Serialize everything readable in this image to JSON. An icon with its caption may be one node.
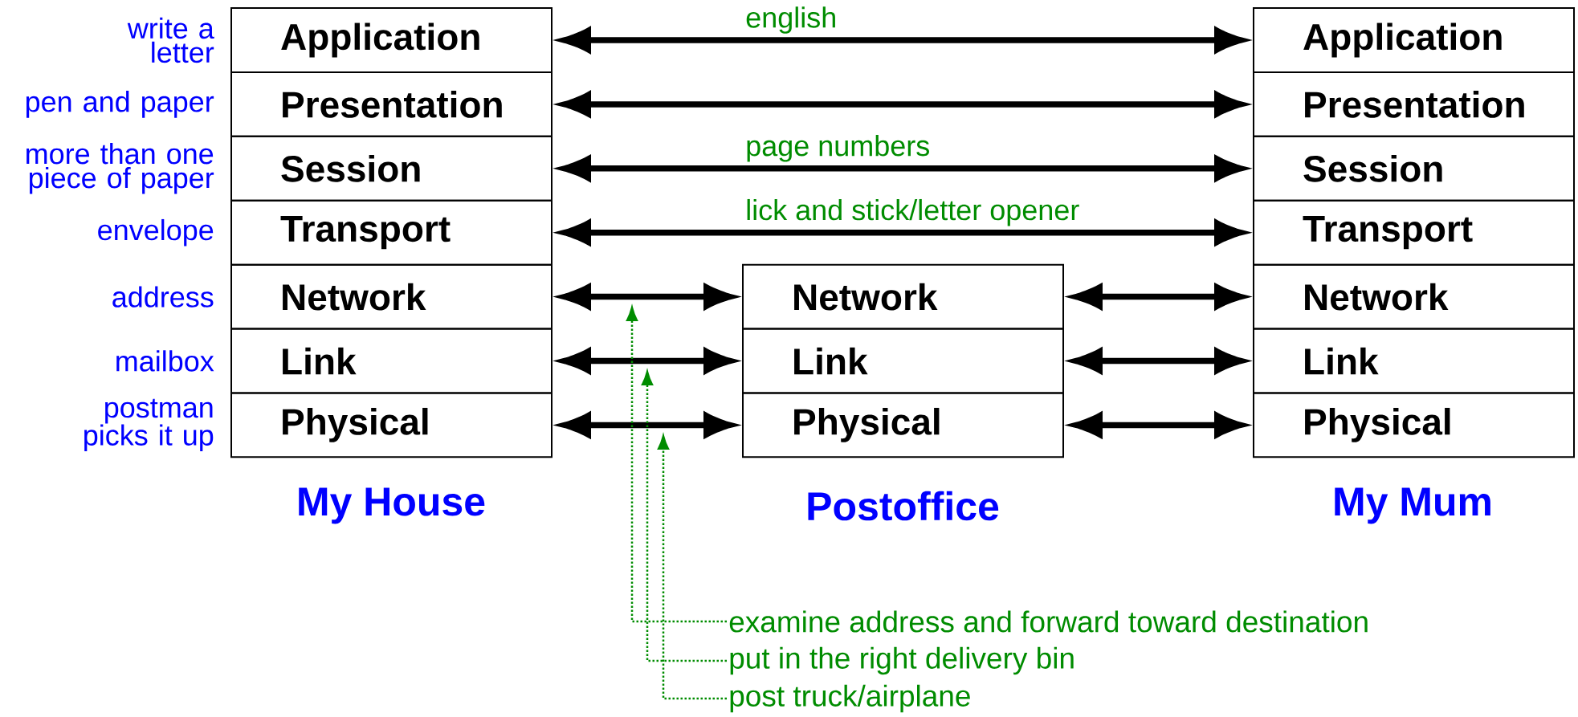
{
  "diagram": {
    "nodes": [
      {
        "text": [
          "Application"
        ],
        "beside": [
          "write a letter"
        ]
      },
      {
        "text": [
          "Presentation"
        ],
        "beside": [
          "pen and paper"
        ]
      },
      {
        "text": [
          "Session"
        ],
        "beside": [
          "more than one piece of paper"
        ]
      },
      {
        "text": [
          "Transport"
        ],
        "beside": [
          "envelope"
        ]
      },
      {
        "text": [
          "Network"
        ],
        "beside": [
          "address"
        ]
      },
      {
        "text": [
          "Link"
        ],
        "beside": [
          "mailbox"
        ]
      },
      {
        "text": [
          "Physical"
        ],
        "beside": [
          "postman picks it up"
        ]
      },
      {
        "text": [
          "Network"
        ]
      },
      {
        "text": [
          "Link"
        ]
      },
      {
        "text": [
          "Physical"
        ]
      },
      {
        "text": [
          "Application"
        ]
      },
      {
        "text": [
          "Presentation"
        ]
      },
      {
        "text": [
          "Session"
        ]
      },
      {
        "text": [
          "Transport"
        ]
      },
      {
        "text": [
          "Network"
        ]
      },
      {
        "text": [
          "Link"
        ]
      },
      {
        "text": [
          "Physical"
        ]
      },
      {
        "text": [
          "examine address and forward toward destination"
        ]
      },
      {
        "text": [
          "put in the right delivery bin"
        ]
      },
      {
        "text": [
          "post truck/airplane"
        ]
      }
    ],
    "edges": [
      {
        "from": 0,
        "to": 10,
        "arrow": "both",
        "label": "english"
      },
      {
        "from": 1,
        "to": 11,
        "arrow": "both"
      },
      {
        "from": 2,
        "to": 12,
        "arrow": "both",
        "label": "page numbers"
      },
      {
        "from": 3,
        "to": 13,
        "arrow": "both",
        "label": "lick and stick/letter opener"
      },
      {
        "from": 4,
        "to": 7,
        "arrow": "both"
      },
      {
        "from": 7,
        "to": 14,
        "arrow": "both"
      },
      {
        "from": 5,
        "to": 8,
        "arrow": "both"
      },
      {
        "from": 8,
        "to": 15,
        "arrow": "both"
      },
      {
        "from": 6,
        "to": 9,
        "arrow": "both"
      },
      {
        "from": 9,
        "to": 16,
        "arrow": "both"
      },
      {
        "from": 17,
        "to": null,
        "arrow": "to",
        "style": "dashed",
        "color": "#008c00"
      },
      {
        "from": 18,
        "to": null,
        "arrow": "to",
        "style": "dashed",
        "color": "#008c00"
      },
      {
        "from": 19,
        "to": null,
        "arrow": "to",
        "style": "dashed",
        "color": "#008c00"
      }
    ],
    "labels": [
      "My House",
      "Postoffice",
      "My Mum"
    ]
  }
}
